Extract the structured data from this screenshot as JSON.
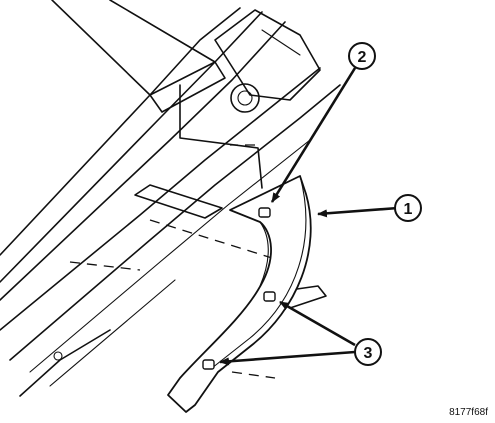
{
  "callouts": {
    "one": "1",
    "two": "2",
    "three": "3"
  },
  "figure_id": "8177f68f"
}
